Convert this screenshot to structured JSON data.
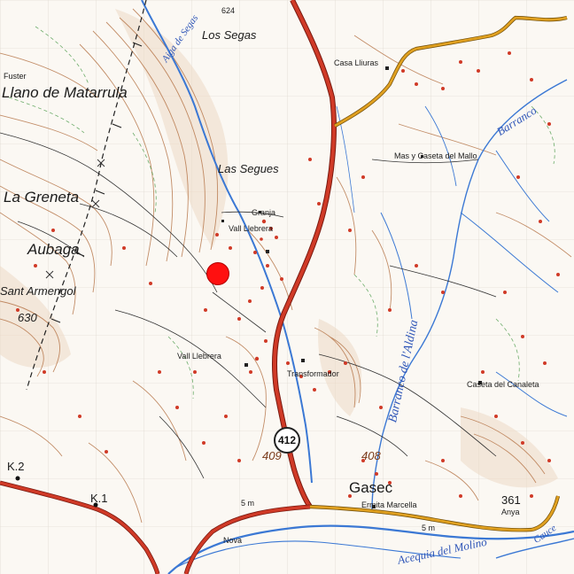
{
  "map": {
    "labels": {
      "las_segas": "Los Segas",
      "casa_lliuras": "Casa Lliuras",
      "llano_matarrula": "Llano de Matarrula",
      "las_segues": "Las Segues",
      "mas_caseta": "Mas y Caseta del Mallo",
      "la_greneta": "La Greneta",
      "aubaga": "Aubaga",
      "granja": "Granja",
      "vall_llebrera_top": "Vall Llebrera",
      "sant_armengol": "Sant Armengol",
      "spot_630": "630",
      "vall_llebrera_mid": "Vall Llebrera",
      "transformador": "Transformador",
      "caseta_canaleta": "Caseta del Canaleta",
      "spot_409": "409",
      "spot_408": "408",
      "k2": "K.2",
      "k1": "K.1",
      "gasec": "Gasec",
      "ermita_marcella": "Ermita Marcella",
      "spot_361": "361",
      "spot_624": "624",
      "fuster": "Fuster",
      "bench_5m_left": "5 m",
      "bench_5m_right": "5 m",
      "nova": "Nova",
      "anya": "Anya"
    },
    "water_labels": {
      "barranco_top": "Barranco",
      "barranco_bottom": "Barranco de l'Aldina",
      "acequia": "Acequia del Molino",
      "segas_river": "Aiga de Segas",
      "cauce": "Cauce"
    },
    "route_shield": "412",
    "colors": {
      "main_road": "#d03a27",
      "secondary_road": "#e0a020",
      "water": "#3b78d4",
      "contour": "#b06a3a",
      "marker": "#ff1010"
    }
  }
}
